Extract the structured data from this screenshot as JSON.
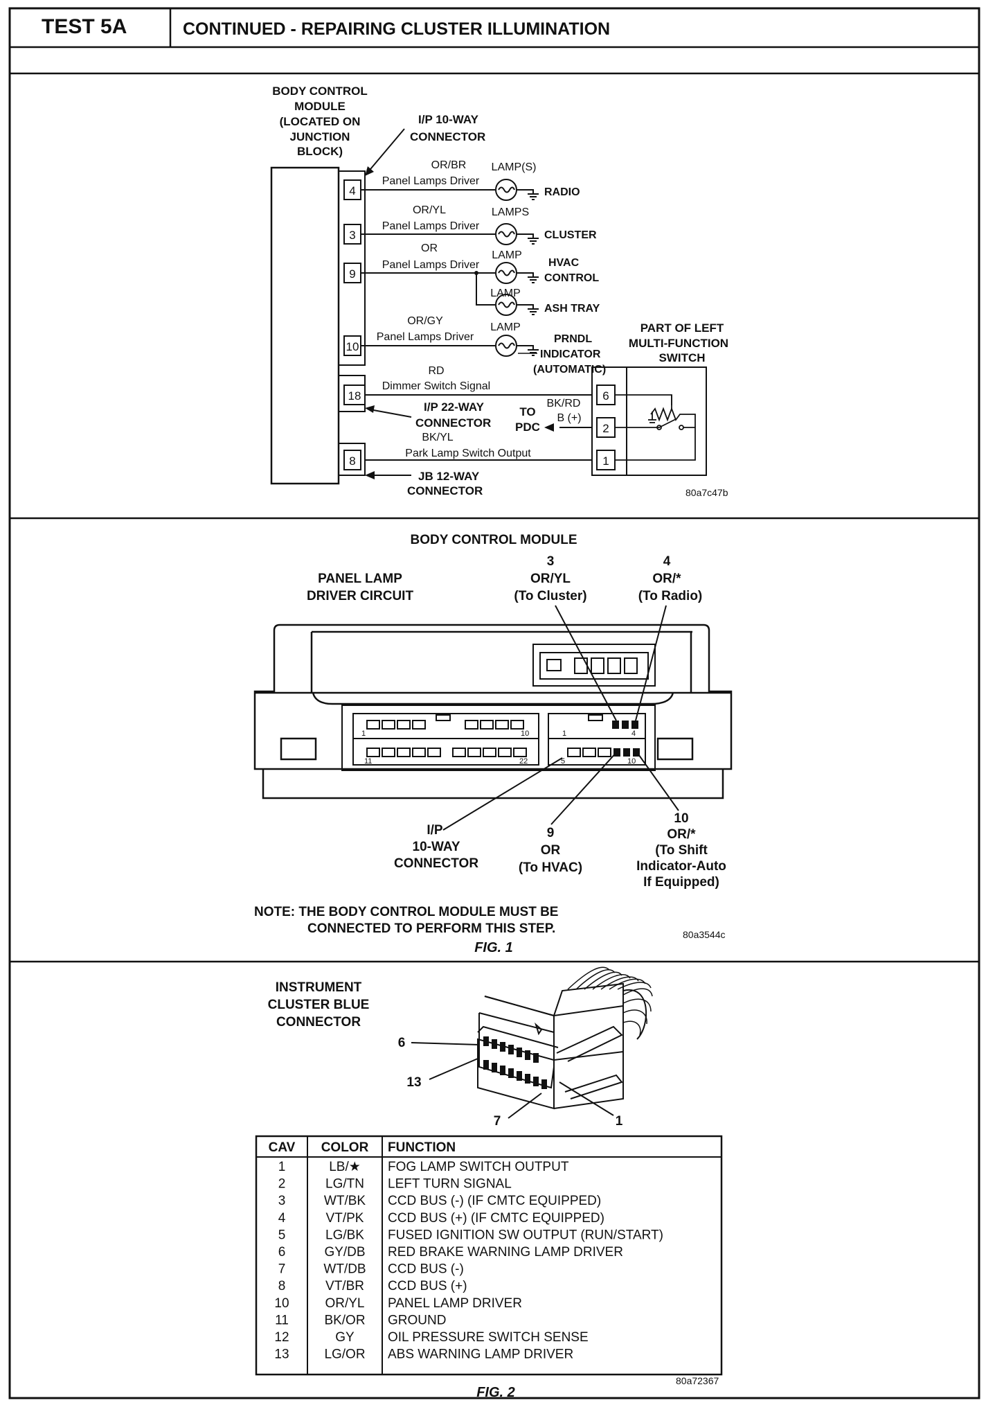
{
  "header": {
    "test_id": "TEST 5A",
    "title": "CONTINUED - REPAIRING CLUSTER ILLUMINATION"
  },
  "fig_wiring": {
    "bcm_label": [
      "BODY CONTROL",
      "MODULE",
      "(LOCATED ON",
      "JUNCTION",
      "BLOCK)"
    ],
    "ip10_connector": [
      "I/P 10-WAY",
      "CONNECTOR"
    ],
    "pins": [
      {
        "pin": "4",
        "wire": "OR/BR",
        "signal": "Panel Lamps Driver",
        "lamp": "LAMP(S)",
        "load": "RADIO"
      },
      {
        "pin": "3",
        "wire": "OR/YL",
        "signal": "Panel Lamps Driver",
        "lamp": "LAMPS",
        "load": "CLUSTER"
      },
      {
        "pin": "9",
        "wire": "OR",
        "signal": "Panel Lamps Driver",
        "lamp": "LAMP",
        "load": "HVAC CONTROL",
        "load_lines": [
          "HVAC",
          "CONTROL"
        ]
      },
      {
        "pin": "",
        "wire": "",
        "signal": "",
        "lamp": "LAMP",
        "load": "ASH TRAY"
      },
      {
        "pin": "10",
        "wire": "OR/GY",
        "signal": "Panel Lamps Driver",
        "lamp": "LAMP",
        "load": "PRNDL INDICATOR (AUTOMATIC)",
        "load_lines": [
          "PRNDL",
          "INDICATOR",
          "(AUTOMATIC)"
        ]
      }
    ],
    "pin18": {
      "pin": "18",
      "wire": "RD",
      "signal": "Dimmer Switch Signal"
    },
    "ip22_connector": [
      "I/P 22-WAY",
      "CONNECTOR"
    ],
    "to_pdc": [
      "TO",
      "PDC"
    ],
    "bkrd": {
      "wire": "BK/RD",
      "signal": "B (+)"
    },
    "pin8": {
      "pin": "8",
      "wire": "BK/YL",
      "signal": "Park Lamp Switch Output"
    },
    "jb12_connector": [
      "JB 12-WAY",
      "CONNECTOR"
    ],
    "switch_label": [
      "PART OF LEFT",
      "MULTI-FUNCTION",
      "SWITCH"
    ],
    "switch_pins": [
      "6",
      "2",
      "1"
    ],
    "ref_code": "80a7c47b"
  },
  "fig1": {
    "title": "BODY CONTROL MODULE",
    "panel_label": [
      "PANEL LAMP",
      "DRIVER CIRCUIT"
    ],
    "callout3": [
      "3",
      "OR/YL",
      "(To Cluster)"
    ],
    "callout4": [
      "4",
      "OR/*",
      "(To Radio)"
    ],
    "connector_numbers": [
      "1",
      "10",
      "11",
      "22",
      "1",
      "4",
      "5",
      "10"
    ],
    "callout_ip": [
      "I/P",
      "10-WAY",
      "CONNECTOR"
    ],
    "callout9": [
      "9",
      "OR",
      "(To HVAC)"
    ],
    "callout10": [
      "10",
      "OR/*",
      "(To Shift",
      "Indicator-Auto",
      "If Equipped)"
    ],
    "note": [
      "NOTE:  THE BODY CONTROL MODULE MUST BE",
      "CONNECTED TO PERFORM THIS STEP."
    ],
    "ref_code": "80a3544c",
    "caption": "FIG. 1"
  },
  "fig2": {
    "connector_label": [
      "INSTRUMENT",
      "CLUSTER BLUE",
      "CONNECTOR"
    ],
    "pin_callouts": [
      "6",
      "13",
      "7",
      "1"
    ],
    "table": {
      "headers": [
        "CAV",
        "COLOR",
        "FUNCTION"
      ],
      "rows": [
        [
          "1",
          "LB/★",
          "FOG LAMP SWITCH OUTPUT"
        ],
        [
          "2",
          "LG/TN",
          "LEFT TURN SIGNAL"
        ],
        [
          "3",
          "WT/BK",
          "CCD BUS (-) (IF CMTC EQUIPPED)"
        ],
        [
          "4",
          "VT/PK",
          "CCD BUS (+) (IF CMTC EQUIPPED)"
        ],
        [
          "5",
          "LG/BK",
          "FUSED IGNITION SW OUTPUT (RUN/START)"
        ],
        [
          "6",
          "GY/DB",
          "RED BRAKE WARNING LAMP DRIVER"
        ],
        [
          "7",
          "WT/DB",
          "CCD BUS (-)"
        ],
        [
          "8",
          "VT/BR",
          "CCD BUS (+)"
        ],
        [
          "10",
          "OR/YL",
          "PANEL LAMP DRIVER"
        ],
        [
          "11",
          "BK/OR",
          "GROUND"
        ],
        [
          "12",
          "GY",
          "OIL PRESSURE SWITCH SENSE"
        ],
        [
          "13",
          "LG/OR",
          "ABS WARNING LAMP DRIVER"
        ]
      ]
    },
    "ref_code": "80a72367",
    "caption": "FIG. 2"
  }
}
